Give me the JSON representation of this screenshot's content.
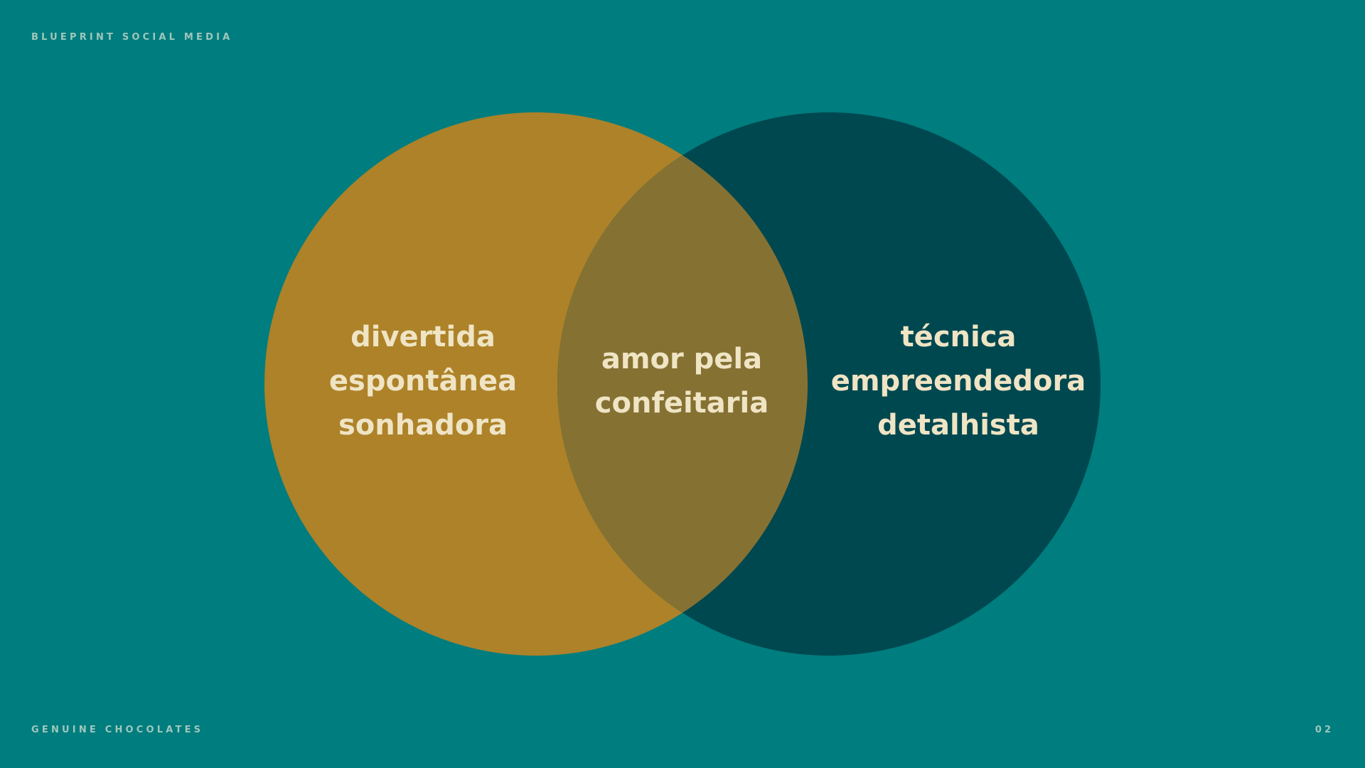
{
  "header": {
    "brand": "BLUEPRINT SOCIAL MEDIA"
  },
  "footer": {
    "client": "GENUINE CHOCOLATES",
    "page_number": "02"
  },
  "colors": {
    "background": "#007d7e",
    "left_circle": "#ad8229",
    "right_circle": "#004850",
    "overlap": "#857233",
    "text": "#efe4c4",
    "corner_text": "#9fc7bd"
  },
  "diagram": {
    "type": "venn",
    "left": {
      "lines": [
        "divertida",
        "espontânea",
        "sonhadora"
      ]
    },
    "overlap": {
      "lines": [
        "amor pela",
        "confeitaria"
      ]
    },
    "right": {
      "lines": [
        "técnica",
        "empreendedora",
        "detalhista"
      ]
    }
  }
}
